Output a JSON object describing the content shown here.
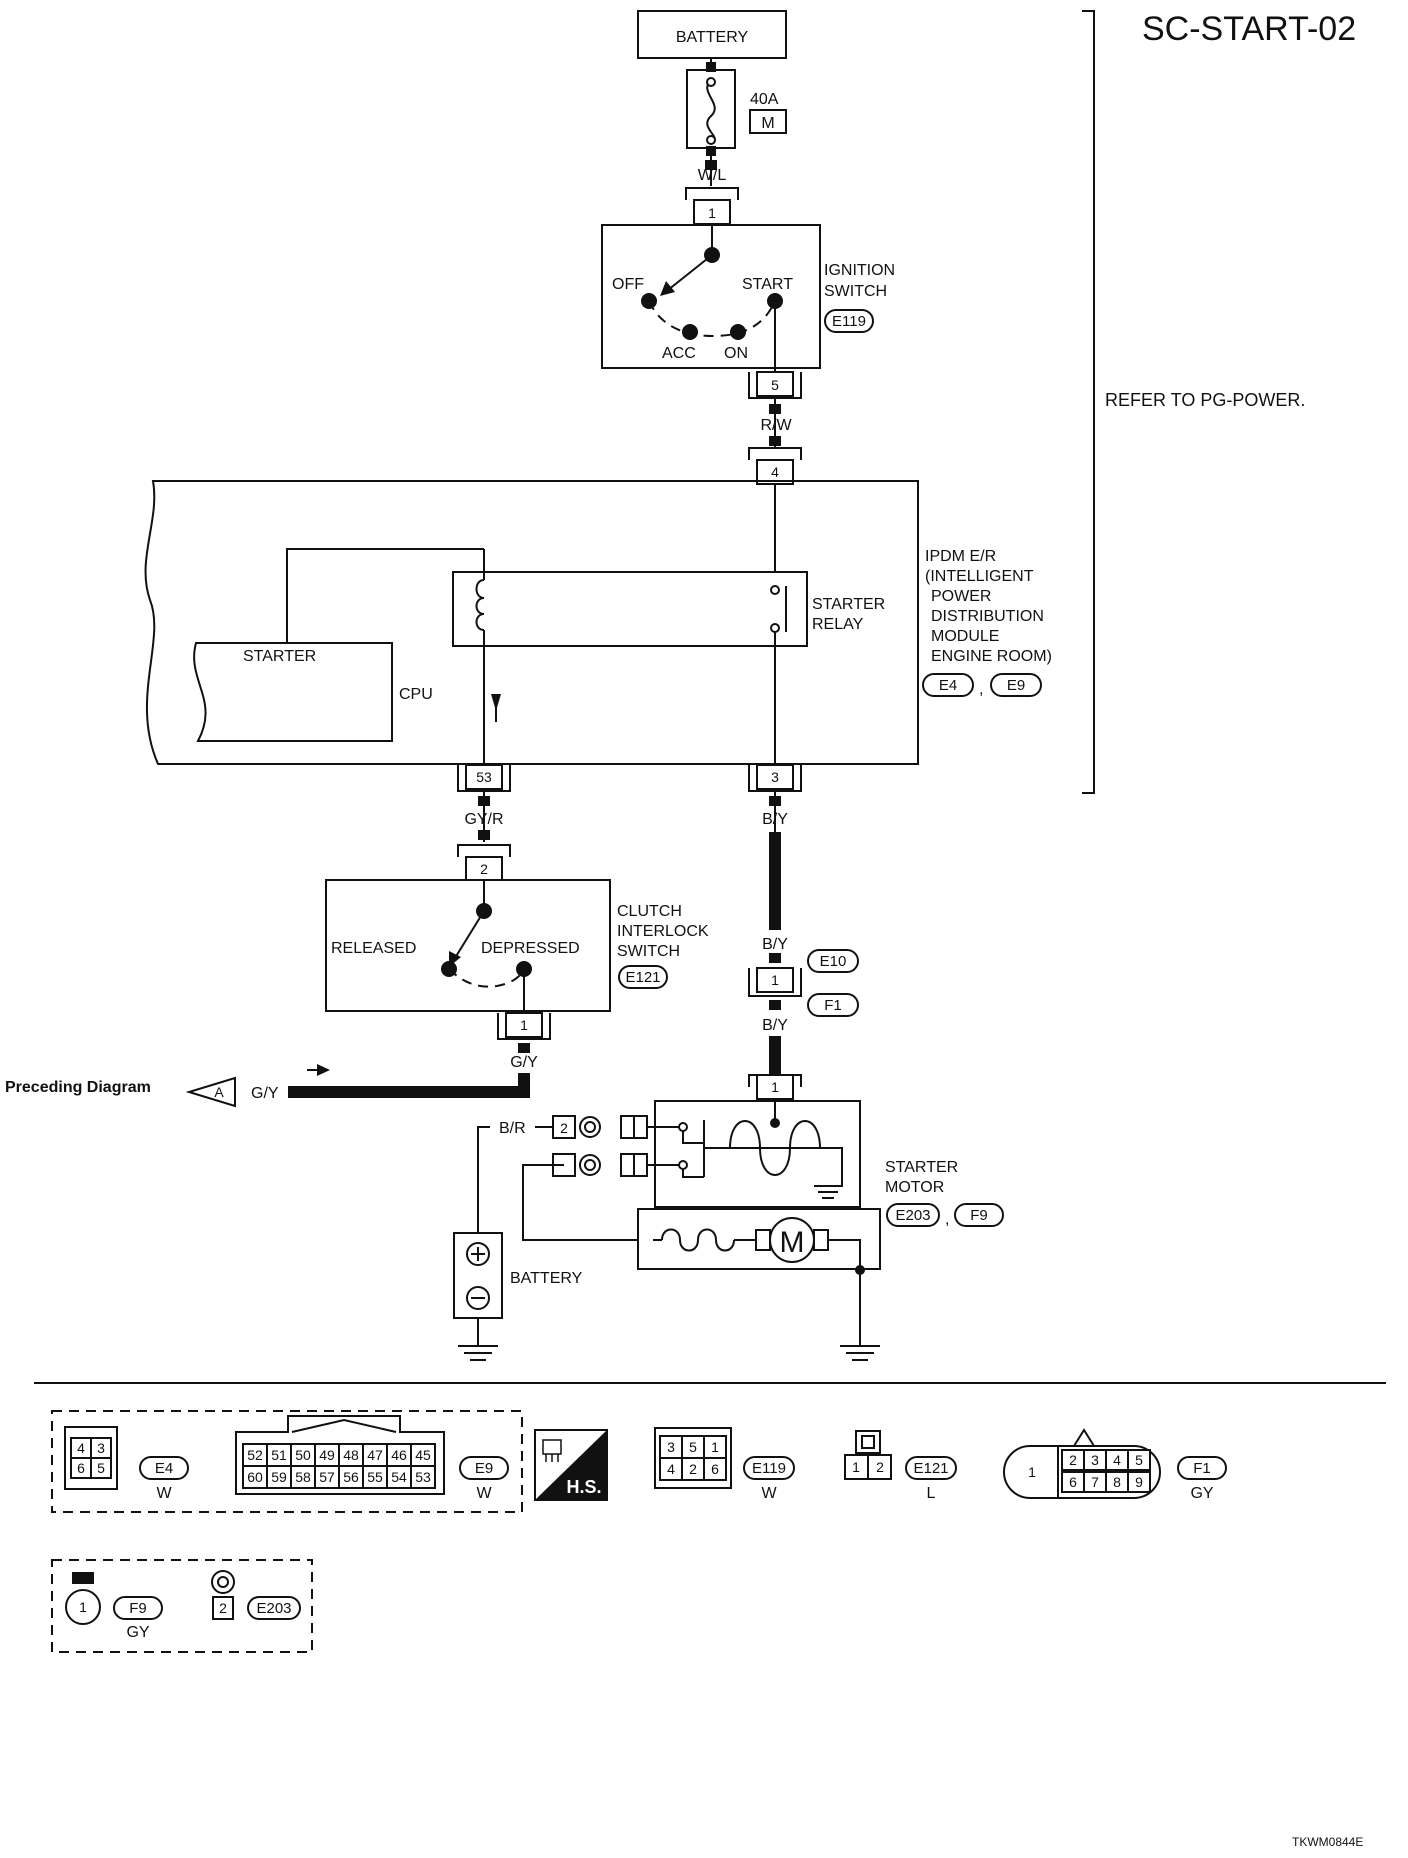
{
  "header": {
    "code": "SC-START-02",
    "footer_code": "TKWM0844E"
  },
  "refer_note": "REFER TO PG-POWER.",
  "battery_top": {
    "label": "BATTERY",
    "fuse_rating": "40A",
    "fuse_letter": "M"
  },
  "wires": {
    "w_l": "W/L",
    "r_w": "R/W",
    "gy_r": "GY/R",
    "b_y": "B/Y",
    "g_y": "G/Y",
    "b_r": "B/R"
  },
  "ignition_switch": {
    "label_1": "IGNITION",
    "label_2": "SWITCH",
    "connector": "E119",
    "off": "OFF",
    "start": "START",
    "acc": "ACC",
    "on": "ON",
    "pin_in": "1",
    "pin_out": "5"
  },
  "ipdm": {
    "label_lines": [
      "IPDM E/R",
      "(INTELLIGENT",
      "POWER",
      "DISTRIBUTION",
      "MODULE",
      "ENGINE ROOM)"
    ],
    "connectors": [
      "E4",
      "E9"
    ],
    "pin_in": "4",
    "pin_relay_out": "3",
    "pin_cpu": "53",
    "cpu_label": "CPU",
    "cpu_starter": "STARTER",
    "relay_label_1": "STARTER",
    "relay_label_2": "RELAY"
  },
  "clutch_switch": {
    "label_1": "CLUTCH",
    "label_2": "INTERLOCK",
    "label_3": "SWITCH",
    "connector": "E121",
    "released": "RELEASED",
    "depressed": "DEPRESSED",
    "pin_in": "2",
    "pin_out": "1"
  },
  "joint": {
    "pin": "1",
    "conn_upper": "E10",
    "conn_lower": "F1"
  },
  "preceding": {
    "label": "Preceding Diagram",
    "marker": "A"
  },
  "starter_motor": {
    "label_1": "STARTER",
    "label_2": "MOTOR",
    "connectors": [
      "E203",
      "F9"
    ],
    "pin_main": "1",
    "pin_b": "2",
    "motor_symbol": "M"
  },
  "battery_bottom": {
    "label": "BATTERY"
  },
  "connector_views": {
    "e4": {
      "id": "E4",
      "color": "W",
      "rows": [
        [
          "4",
          "3"
        ],
        [
          "6",
          "5"
        ]
      ]
    },
    "e9": {
      "id": "E9",
      "color": "W",
      "rows": [
        [
          "52",
          "51",
          "50",
          "49",
          "48",
          "47",
          "46",
          "45"
        ],
        [
          "60",
          "59",
          "58",
          "57",
          "56",
          "55",
          "54",
          "53"
        ]
      ]
    },
    "hs": "H.S.",
    "e119": {
      "id": "E119",
      "color": "W",
      "rows": [
        [
          "3",
          "5",
          "1"
        ],
        [
          "4",
          "2",
          "6"
        ]
      ]
    },
    "e121": {
      "id": "E121",
      "color": "L",
      "pins": [
        "1",
        "2"
      ]
    },
    "f1": {
      "id": "F1",
      "color": "GY",
      "big": "1",
      "rows": [
        [
          "2",
          "3",
          "4",
          "5"
        ],
        [
          "6",
          "7",
          "8",
          "9"
        ]
      ]
    },
    "f9": {
      "id": "F9",
      "color": "GY",
      "pin": "1"
    },
    "e203": {
      "id": "E203",
      "pin": "2"
    }
  }
}
